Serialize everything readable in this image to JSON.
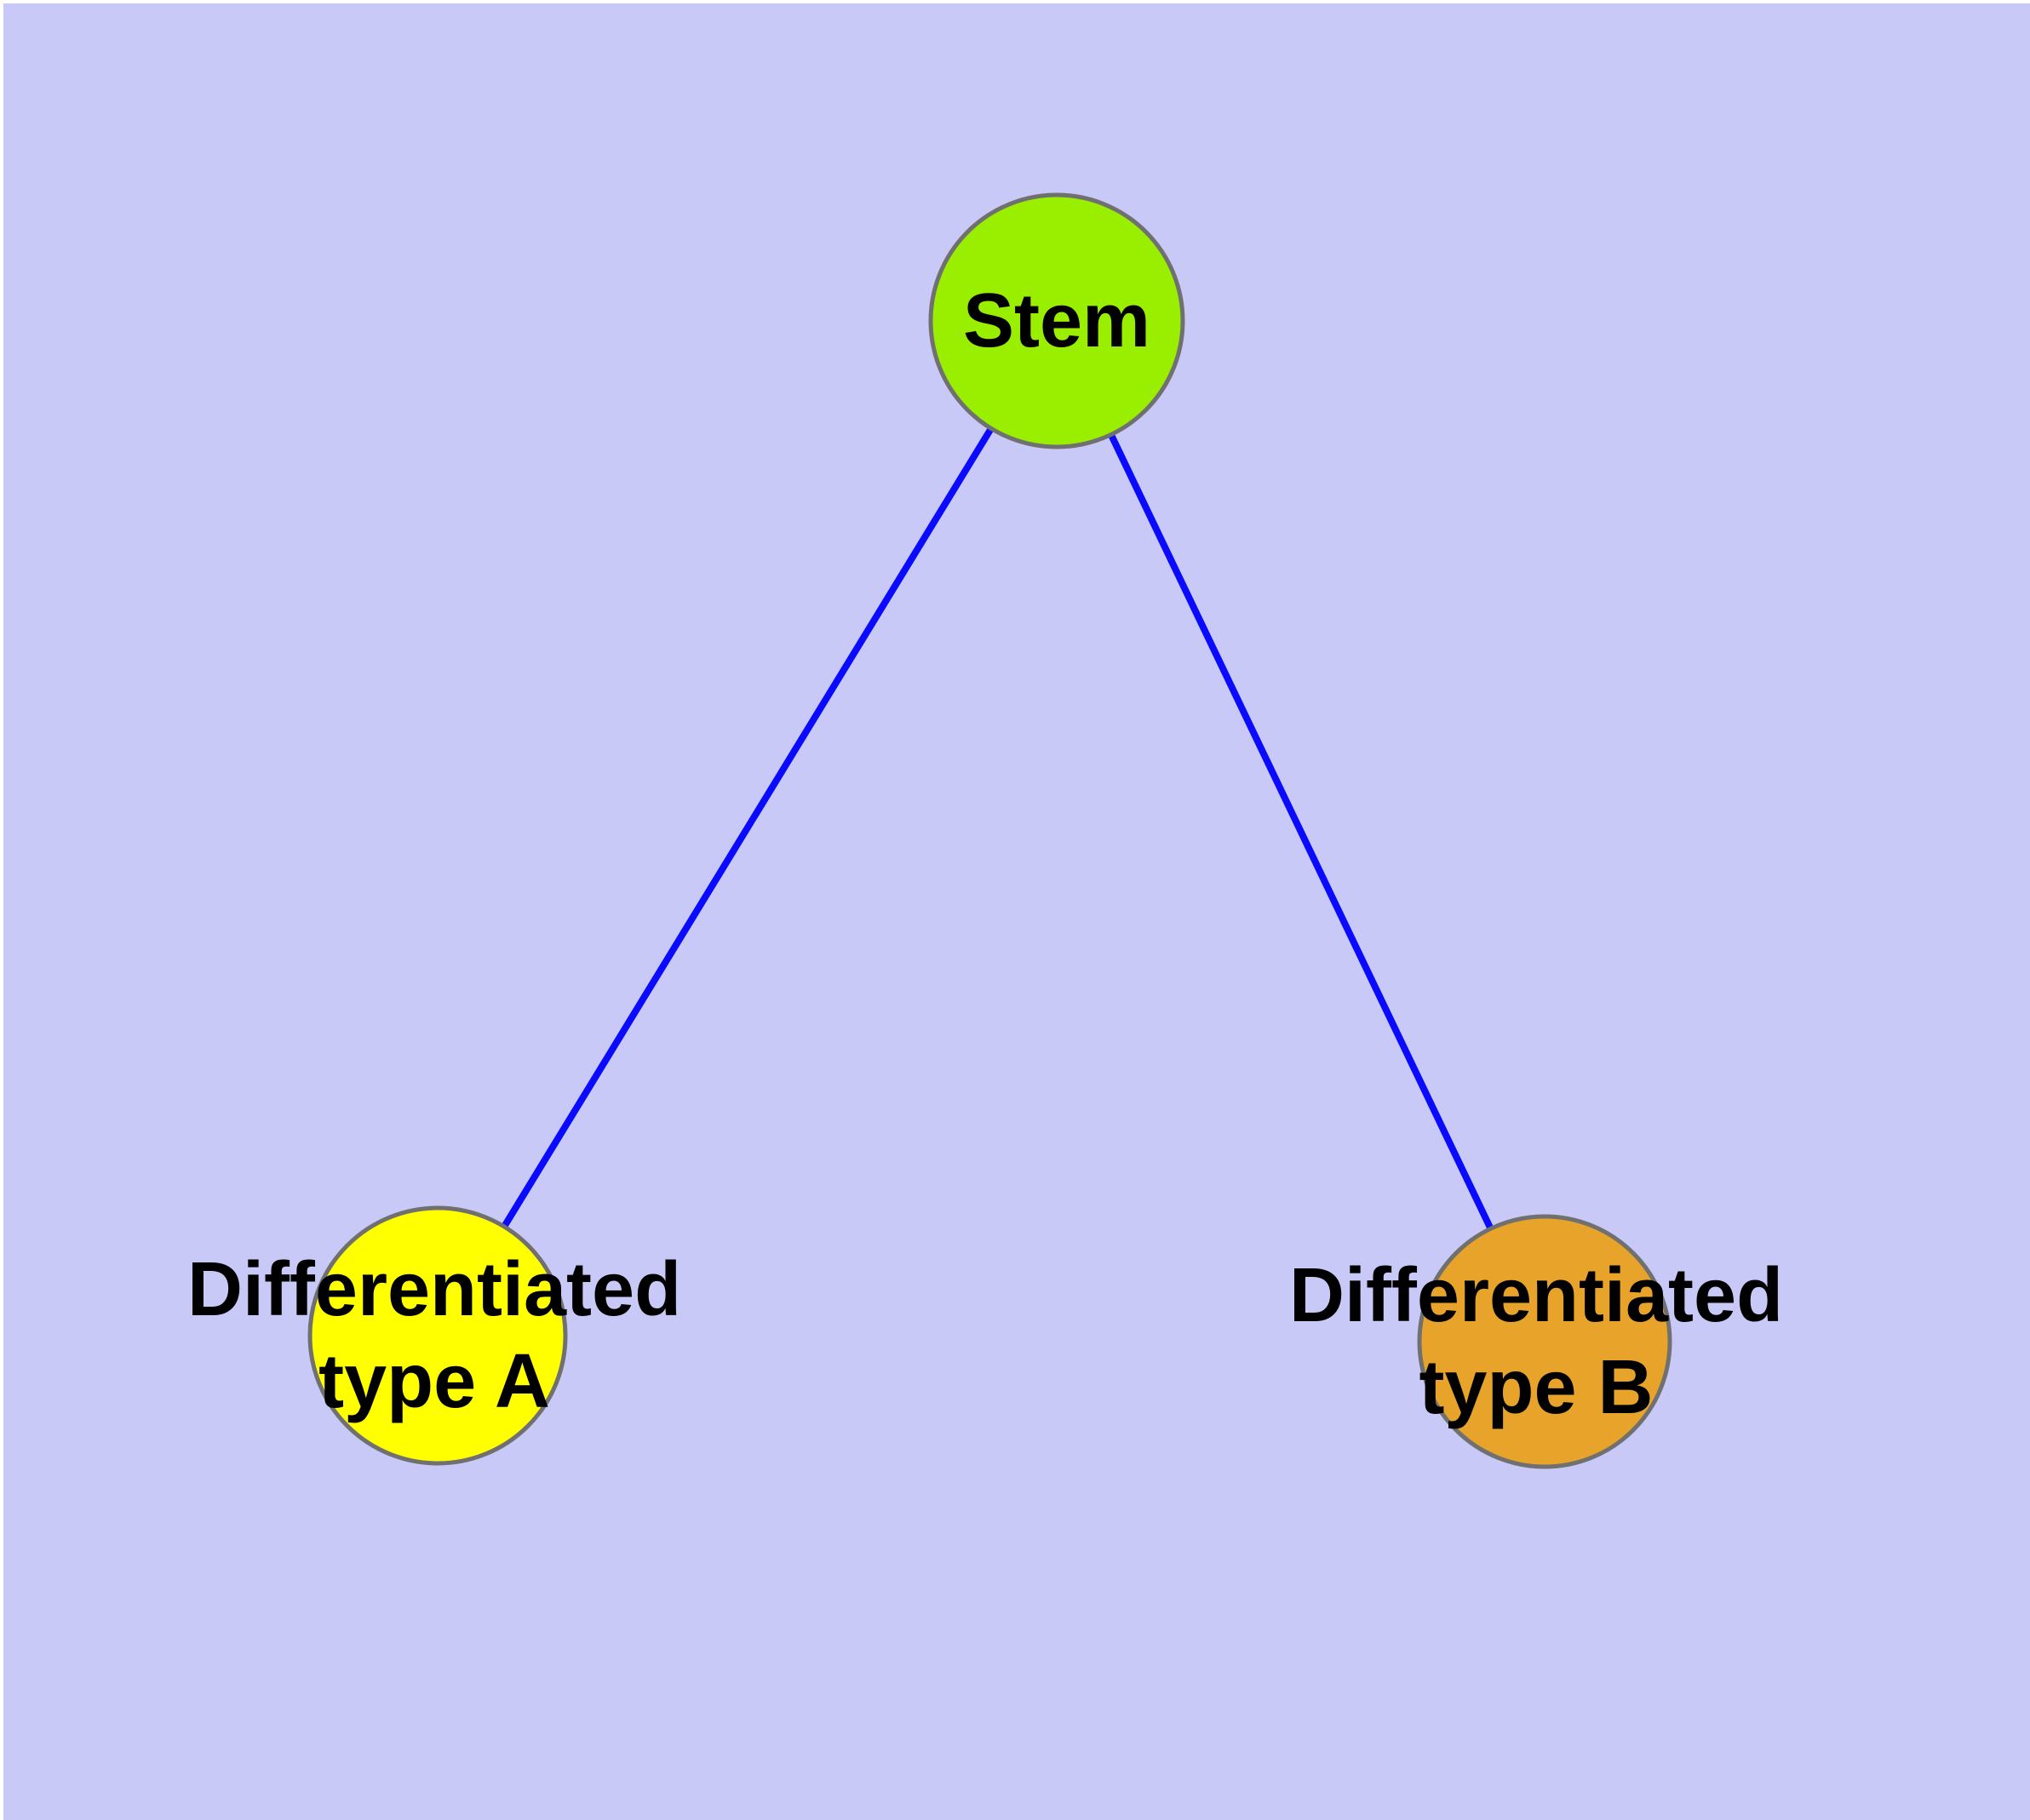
{
  "diagram": {
    "type": "graph",
    "background_color": "#C9C9F8",
    "edge_color": "#0A0AFF",
    "node_border_color": "#707070",
    "label_color": "#000000",
    "nodes": {
      "stem": {
        "label": "Stem",
        "fill": "#9AEE00"
      },
      "type_a": {
        "label_line1": "Differentiated",
        "label_line2": "type A",
        "fill": "#FFFF00"
      },
      "type_b": {
        "label_line1": "Differentiated",
        "label_line2": "type B",
        "fill": "#E8A42A"
      }
    },
    "edges": [
      {
        "from": "Stem",
        "to": "Differentiated type A"
      },
      {
        "from": "Stem",
        "to": "Differentiated type B"
      }
    ]
  }
}
